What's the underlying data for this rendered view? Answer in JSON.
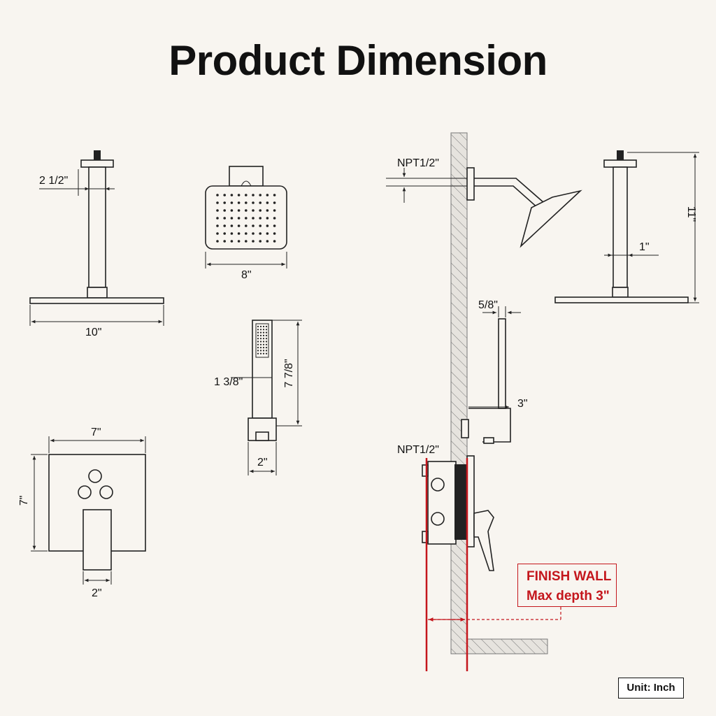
{
  "title": "Product Dimension",
  "labels": {
    "arm_diameter": "2 1/2\"",
    "head_width_small": "8\"",
    "head_width_large": "10\"",
    "handshower_width": "1 3/8\"",
    "handshower_length": "7 7/8\"",
    "holder_width": "2\"",
    "trim_width": "7\"",
    "trim_height": "7\"",
    "handle_width": "2\"",
    "npt_top": "NPT1/2\"",
    "npt_valve": "NPT1/2\"",
    "rail_width": "5/8\"",
    "rail_depth": "3\"",
    "ceiling_arm_dia": "1\"",
    "ceiling_height": "11\""
  },
  "finish": {
    "line1": "FINISH WALL",
    "line2": "Max depth 3\""
  },
  "unit": "Unit: Inch",
  "colors": {
    "background": "#f8f5f0",
    "line": "#222222",
    "accent_red": "#c4161c",
    "wall_fill": "#e6e3de"
  }
}
